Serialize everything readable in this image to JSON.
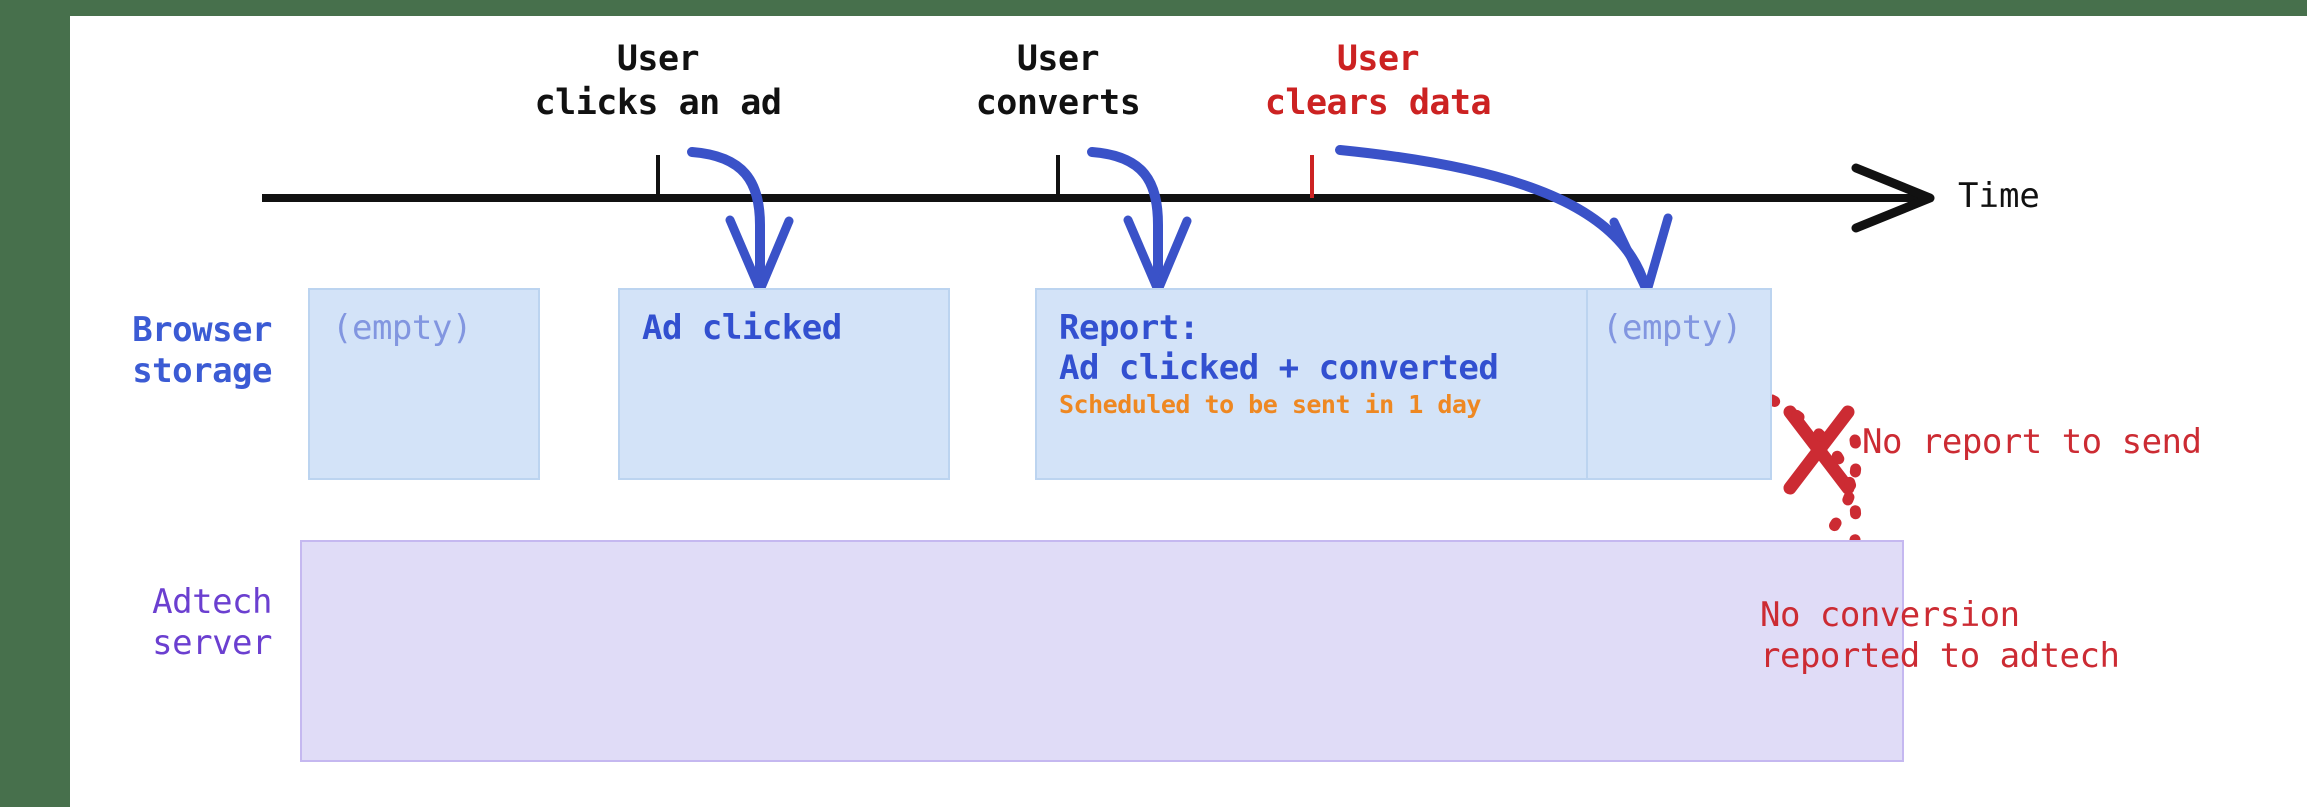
{
  "figure": {
    "title": "Attribution reporting timeline when user clears browsing data",
    "colors": {
      "accent_blue": "#3b5bd4",
      "arrow_blue": "#3a52c8",
      "purple": "#6b3fd0",
      "red": "#cc2b33",
      "orange": "#ee8822",
      "box_blue_fill": "#d3e3f8",
      "box_blue_border": "#bcd4f0",
      "box_purple_fill": "#e0dcf7",
      "box_purple_border": "#c5b8f0",
      "band_green": "#47704c"
    }
  },
  "timeline": {
    "axis_label": "Time",
    "events": [
      {
        "id": "click",
        "label": "User\nclicks an ad",
        "color": "black"
      },
      {
        "id": "convert",
        "label": "User\nconverts",
        "color": "black"
      },
      {
        "id": "clear",
        "label": "User\nclears data",
        "color": "red"
      }
    ]
  },
  "rows": [
    {
      "id": "browser-storage",
      "label": "Browser\nstorage"
    },
    {
      "id": "adtech-server",
      "label": "Adtech\nserver"
    }
  ],
  "storage_states": [
    {
      "id": "state-empty-initial",
      "text": "(empty)",
      "muted": true,
      "sub": ""
    },
    {
      "id": "state-ad-clicked",
      "text": "Ad clicked",
      "muted": false,
      "sub": ""
    },
    {
      "id": "state-report",
      "text": "Report:\nAd clicked + converted",
      "muted": false,
      "sub": "Scheduled to be sent in 1 day"
    },
    {
      "id": "state-empty-cleared",
      "text": "(empty)",
      "muted": true,
      "sub": ""
    }
  ],
  "annotations": [
    {
      "id": "no-report",
      "text": "No report to send"
    },
    {
      "id": "no-conversion",
      "text": "No conversion\nreported to adtech"
    }
  ]
}
